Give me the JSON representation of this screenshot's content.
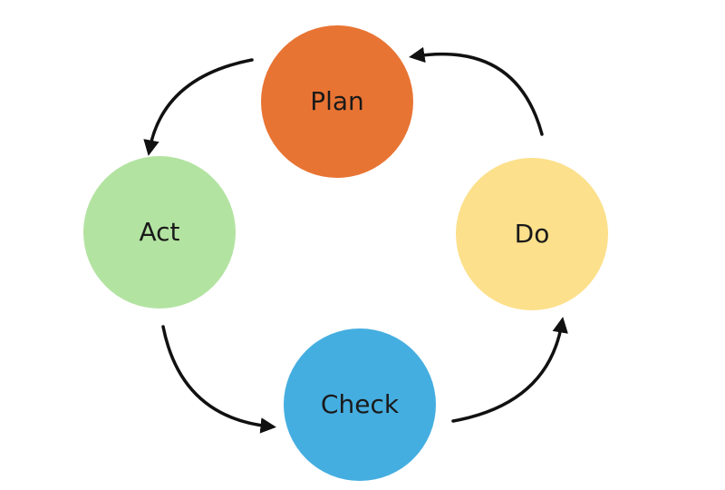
{
  "nodes": [
    {
      "key": "plan",
      "label": "Plan",
      "color": "#E87433"
    },
    {
      "key": "do",
      "label": "Do",
      "color": "#FCE08B"
    },
    {
      "key": "check",
      "label": "Check",
      "color": "#45AEE0"
    },
    {
      "key": "act",
      "label": "Act",
      "color": "#B3E3A1"
    }
  ],
  "edges": [
    {
      "from": "do",
      "to": "plan"
    },
    {
      "from": "plan",
      "to": "act"
    },
    {
      "from": "act",
      "to": "check"
    },
    {
      "from": "check",
      "to": "do"
    }
  ],
  "arrow_color": "#111111"
}
